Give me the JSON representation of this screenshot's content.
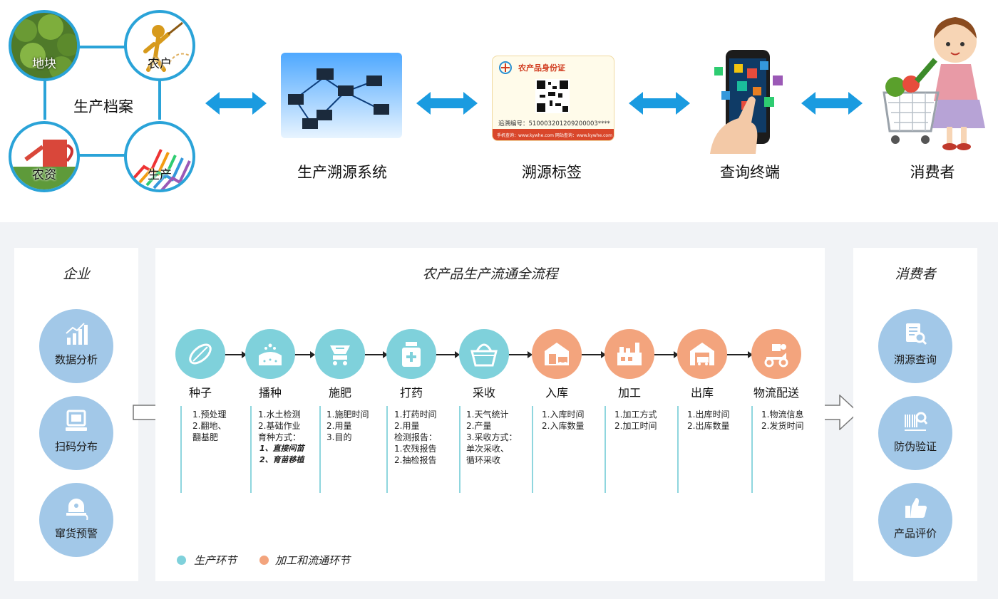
{
  "top": {
    "archive": {
      "title": "生产档案",
      "items": [
        "地块",
        "农户",
        "农资",
        "生产"
      ]
    },
    "stages": [
      {
        "label": "生产溯源系统",
        "icon": "network-computers-icon"
      },
      {
        "label": "溯源标签",
        "icon": "qr-label-icon"
      },
      {
        "label": "查询终端",
        "icon": "smartphone-icon"
      },
      {
        "label": "消费者",
        "icon": "shopper-icon"
      }
    ],
    "tag": {
      "title": "农产品身份证",
      "code": "追溯编号：510003201209200003****",
      "footer": "手机查询：www.kywhe.com   网站查询：www.kywhe.com"
    }
  },
  "panels": {
    "enterprise": {
      "title": "企业",
      "items": [
        {
          "label": "数据分析",
          "icon": "bar-chart-icon"
        },
        {
          "label": "扫码分布",
          "icon": "scanner-icon"
        },
        {
          "label": "窜货预警",
          "icon": "alarm-bell-icon"
        }
      ]
    },
    "process": {
      "title": "农产品生产流通全流程",
      "steps": [
        {
          "name": "种子",
          "color": "green",
          "icon": "seed-icon",
          "lines": [
            "1.预处理",
            "2.翻地、",
            "翻基肥"
          ]
        },
        {
          "name": "播种",
          "color": "green",
          "icon": "sowing-icon",
          "lines": [
            "1.水土检测",
            "2.基础作业",
            "育种方式："
          ],
          "italic": [
            "1、直接间苗",
            "2、育苗移植"
          ]
        },
        {
          "name": "施肥",
          "color": "green",
          "icon": "fertilizer-icon",
          "lines": [
            "1.施肥时间",
            "2.用量",
            "3.目的"
          ]
        },
        {
          "name": "打药",
          "color": "green",
          "icon": "pesticide-icon",
          "lines": [
            "1.打药时间",
            "2.用量",
            "检测报告：",
            "1.农残报告",
            "2.抽检报告"
          ]
        },
        {
          "name": "采收",
          "color": "green",
          "icon": "basket-icon",
          "lines": [
            "1.天气统计",
            "2.产量",
            "3.采收方式：",
            "单次采收、",
            "循环采收"
          ]
        },
        {
          "name": "入库",
          "color": "orange",
          "icon": "warehouse-in-icon",
          "lines": [
            "1.入库时间",
            "2.入库数量"
          ]
        },
        {
          "name": "加工",
          "color": "orange",
          "icon": "factory-icon",
          "lines": [
            "1.加工方式",
            "2.加工时间"
          ]
        },
        {
          "name": "出库",
          "color": "orange",
          "icon": "warehouse-out-icon",
          "lines": [
            "1.出库时间",
            "2.出库数量"
          ]
        },
        {
          "name": "物流配送",
          "color": "orange",
          "icon": "delivery-icon",
          "lines": [
            "1.物流信息",
            "2.发货时间"
          ]
        }
      ],
      "legend": [
        {
          "label": "生产环节",
          "color": "#7fd1db"
        },
        {
          "label": "加工和流通环节",
          "color": "#f3a47d"
        }
      ]
    },
    "consumer": {
      "title": "消费者",
      "items": [
        {
          "label": "溯源查询",
          "icon": "search-document-icon"
        },
        {
          "label": "防伪验证",
          "icon": "barcode-search-icon"
        },
        {
          "label": "产品评价",
          "icon": "thumbs-up-icon"
        }
      ]
    }
  }
}
